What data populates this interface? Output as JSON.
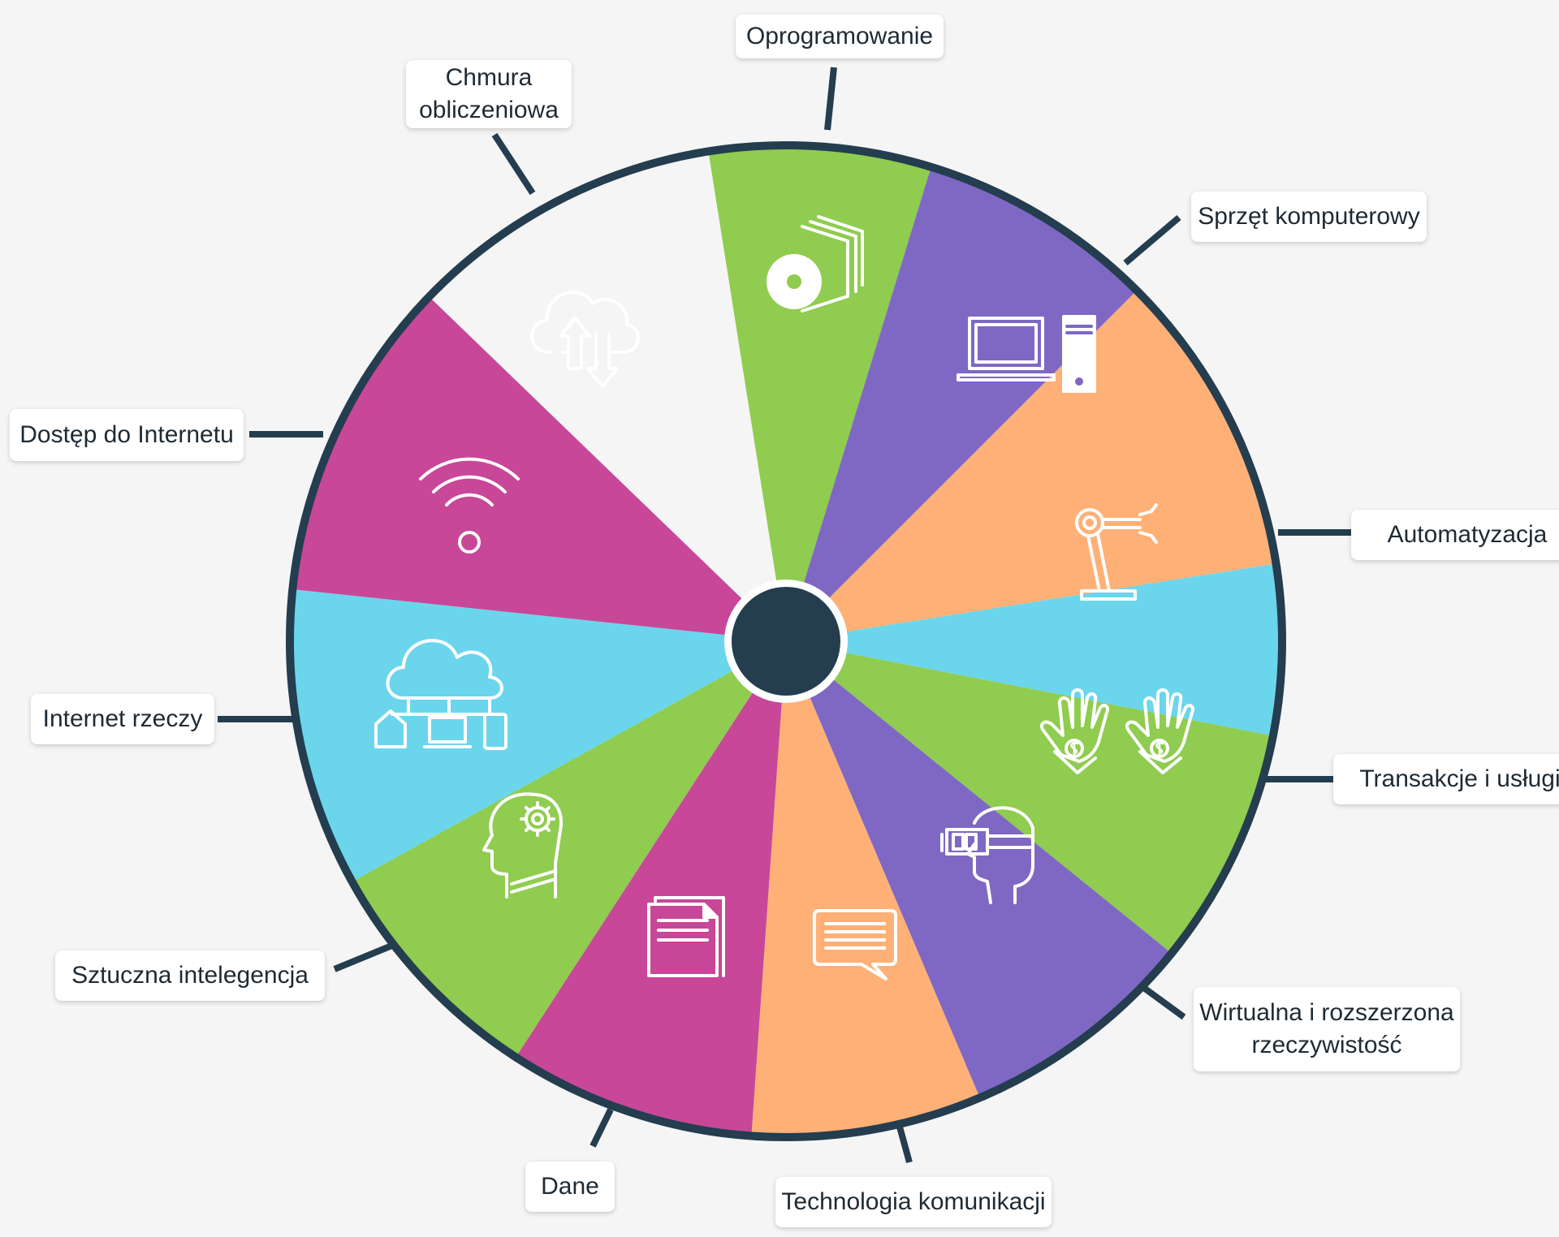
{
  "colors": {
    "background": "#f5f5f5",
    "rim": "#243d4f",
    "green": "#8fcc4f",
    "purple": "#7e68c4",
    "orange": "#ffb077",
    "cyan": "#6bd5ec",
    "magenta": "#c84798",
    "icon": "#ffffff"
  },
  "segments": [
    {
      "id": "oprogramowanie",
      "label": "Oprogramowanie",
      "icon": "software-disc-icon",
      "color": "#8fcc4f"
    },
    {
      "id": "sprzet",
      "label": "Sprzęt komputerowy",
      "icon": "laptop-tower-icon",
      "color": "#7e68c4"
    },
    {
      "id": "automatyzacja",
      "label": "Automatyzacja",
      "icon": "robotic-arm-icon",
      "color": "#ffb077"
    },
    {
      "id": "transakcje",
      "label": "Transakcje i usługi",
      "icon": "hands-money-icon",
      "color": "#6bd5ec"
    },
    {
      "id": "vr",
      "label": "Wirtualna i rozszerzona rzeczywistość",
      "lines": [
        "Wirtualna i rozszerzona",
        "rzeczywistość"
      ],
      "icon": "vr-headset-icon",
      "color": "#8fcc4f"
    },
    {
      "id": "komunikacja",
      "label": "Technologia komunikacji",
      "icon": "chat-bubble-icon",
      "color": "#7e68c4"
    },
    {
      "id": "dane",
      "label": "Dane",
      "icon": "documents-icon",
      "color": "#ffb077"
    },
    {
      "id": "ai",
      "label": "Sztuczna intelegencja",
      "icon": "head-gear-icon",
      "color": "#c84798"
    },
    {
      "id": "iot",
      "label": "Internet rzeczy",
      "icon": "cloud-devices-icon",
      "color": "#8fcc4f"
    },
    {
      "id": "internet",
      "label": "Dostęp do Internetu",
      "icon": "wifi-icon",
      "color": "#6bd5ec"
    },
    {
      "id": "chmura",
      "label": "Chmura obliczeniowa",
      "lines": [
        "Chmura",
        "obliczeniowa"
      ],
      "icon": "cloud-updown-icon",
      "color": "#c84798"
    }
  ]
}
